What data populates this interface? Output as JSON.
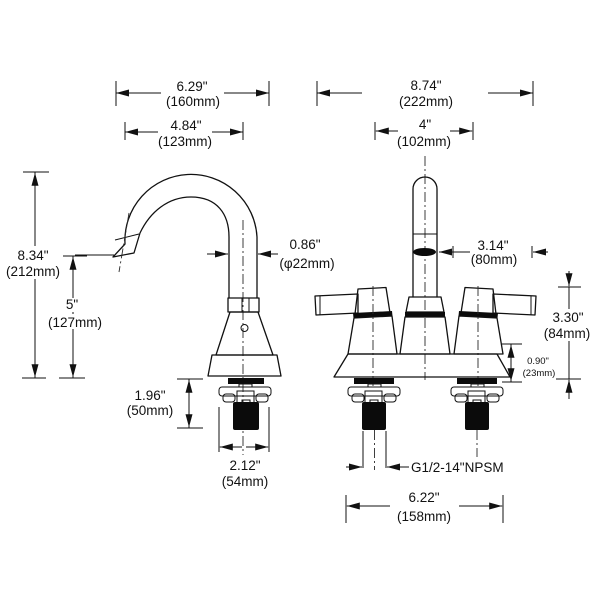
{
  "title": "Centerset faucet dimension diagram",
  "colors": {
    "line": "#111111",
    "background": "#ffffff",
    "dark_fill": "#0b0b0b"
  },
  "views": {
    "left": "spout side profile view",
    "right": "front view with two handles"
  },
  "dims": {
    "spout_reach": {
      "in": "6.29\"",
      "mm": "(160mm)"
    },
    "spout_offset": {
      "in": "4.84\"",
      "mm": "(123mm)"
    },
    "overall_height": {
      "in": "8.34\"",
      "mm": "(212mm)"
    },
    "spout_height": {
      "in": "5\"",
      "mm": "(127mm)"
    },
    "spout_diameter": {
      "in": "0.86\"",
      "mm": "(φ22mm)"
    },
    "under_counter": {
      "in": "1.96\"",
      "mm": "(50mm)"
    },
    "base_width_side": {
      "in": "2.12\"",
      "mm": "(54mm)"
    },
    "overall_width": {
      "in": "8.74\"",
      "mm": "(222mm)"
    },
    "hole_spacing": {
      "in": "4\"",
      "mm": "(102mm)"
    },
    "handle_length": {
      "in": "3.14\"",
      "mm": "(80mm)"
    },
    "handle_height": {
      "in": "3.30\"",
      "mm": "(84mm)"
    },
    "deck_height": {
      "in": "0.90\"",
      "mm": "(23mm)"
    },
    "base_length": {
      "in": "6.22\"",
      "mm": "(158mm)"
    },
    "thread": {
      "label": "G1/2-14\"NPSM"
    }
  }
}
